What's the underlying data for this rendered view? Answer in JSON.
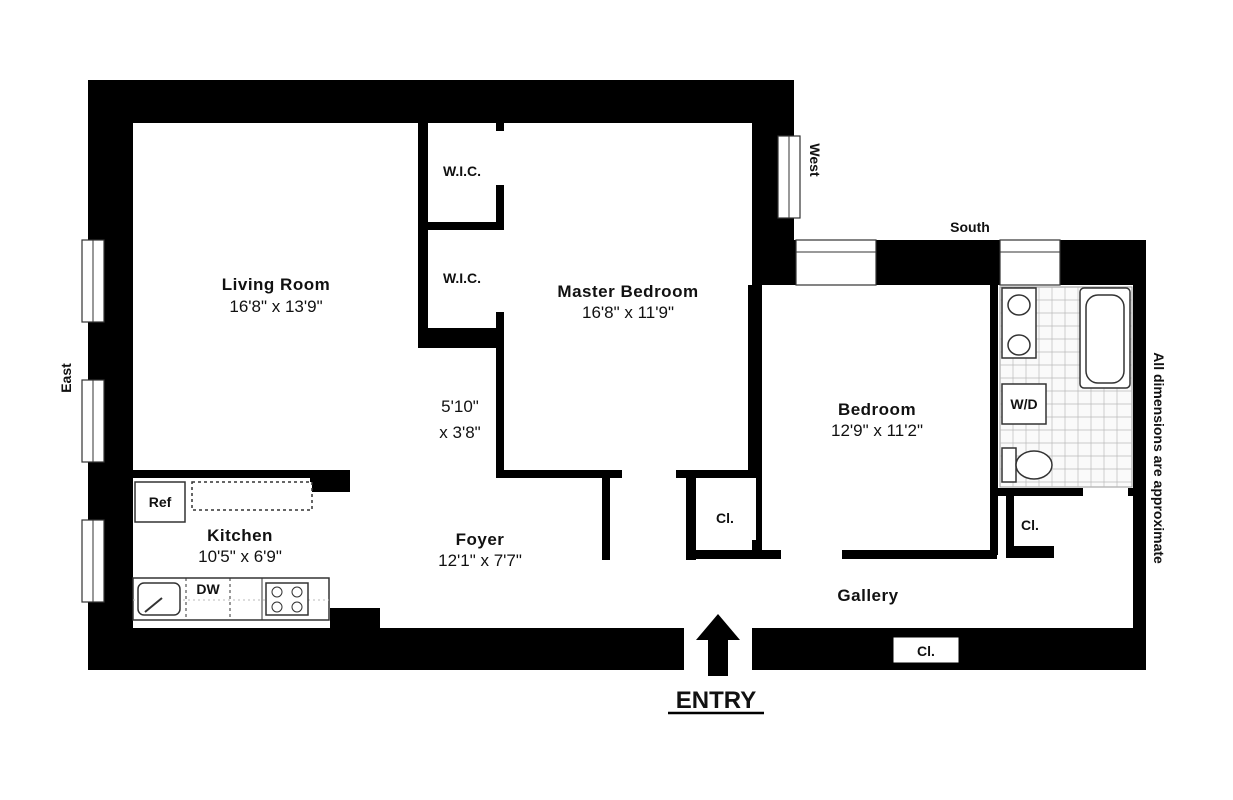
{
  "rooms": {
    "living_room": {
      "name": "Living Room",
      "dims": "16'8\"  x  13'9\""
    },
    "master_bedroom": {
      "name": "Master Bedroom",
      "dims": "16'8\"  x  11'9\""
    },
    "bedroom": {
      "name": "Bedroom",
      "dims": "12'9\"  x  11'2\""
    },
    "kitchen": {
      "name": "Kitchen",
      "dims": "10'5\"  x  6'9\""
    },
    "foyer": {
      "name": "Foyer",
      "dims": "12'1\"  x  7'7\""
    },
    "gallery": {
      "name": "Gallery"
    },
    "closet_dims_line1": "5'10\"",
    "closet_dims_line2": "x 3'8\""
  },
  "closets": {
    "wic1": "W.I.C.",
    "wic2": "W.I.C.",
    "cl1": "Cl.",
    "cl2": "Cl.",
    "cl3": "Cl."
  },
  "fixtures": {
    "ref": "Ref",
    "dw": "DW",
    "wd": "W/D"
  },
  "compass": {
    "east": "East",
    "west": "West",
    "south": "South"
  },
  "entry": "ENTRY",
  "note": "All dimensions are approximate"
}
